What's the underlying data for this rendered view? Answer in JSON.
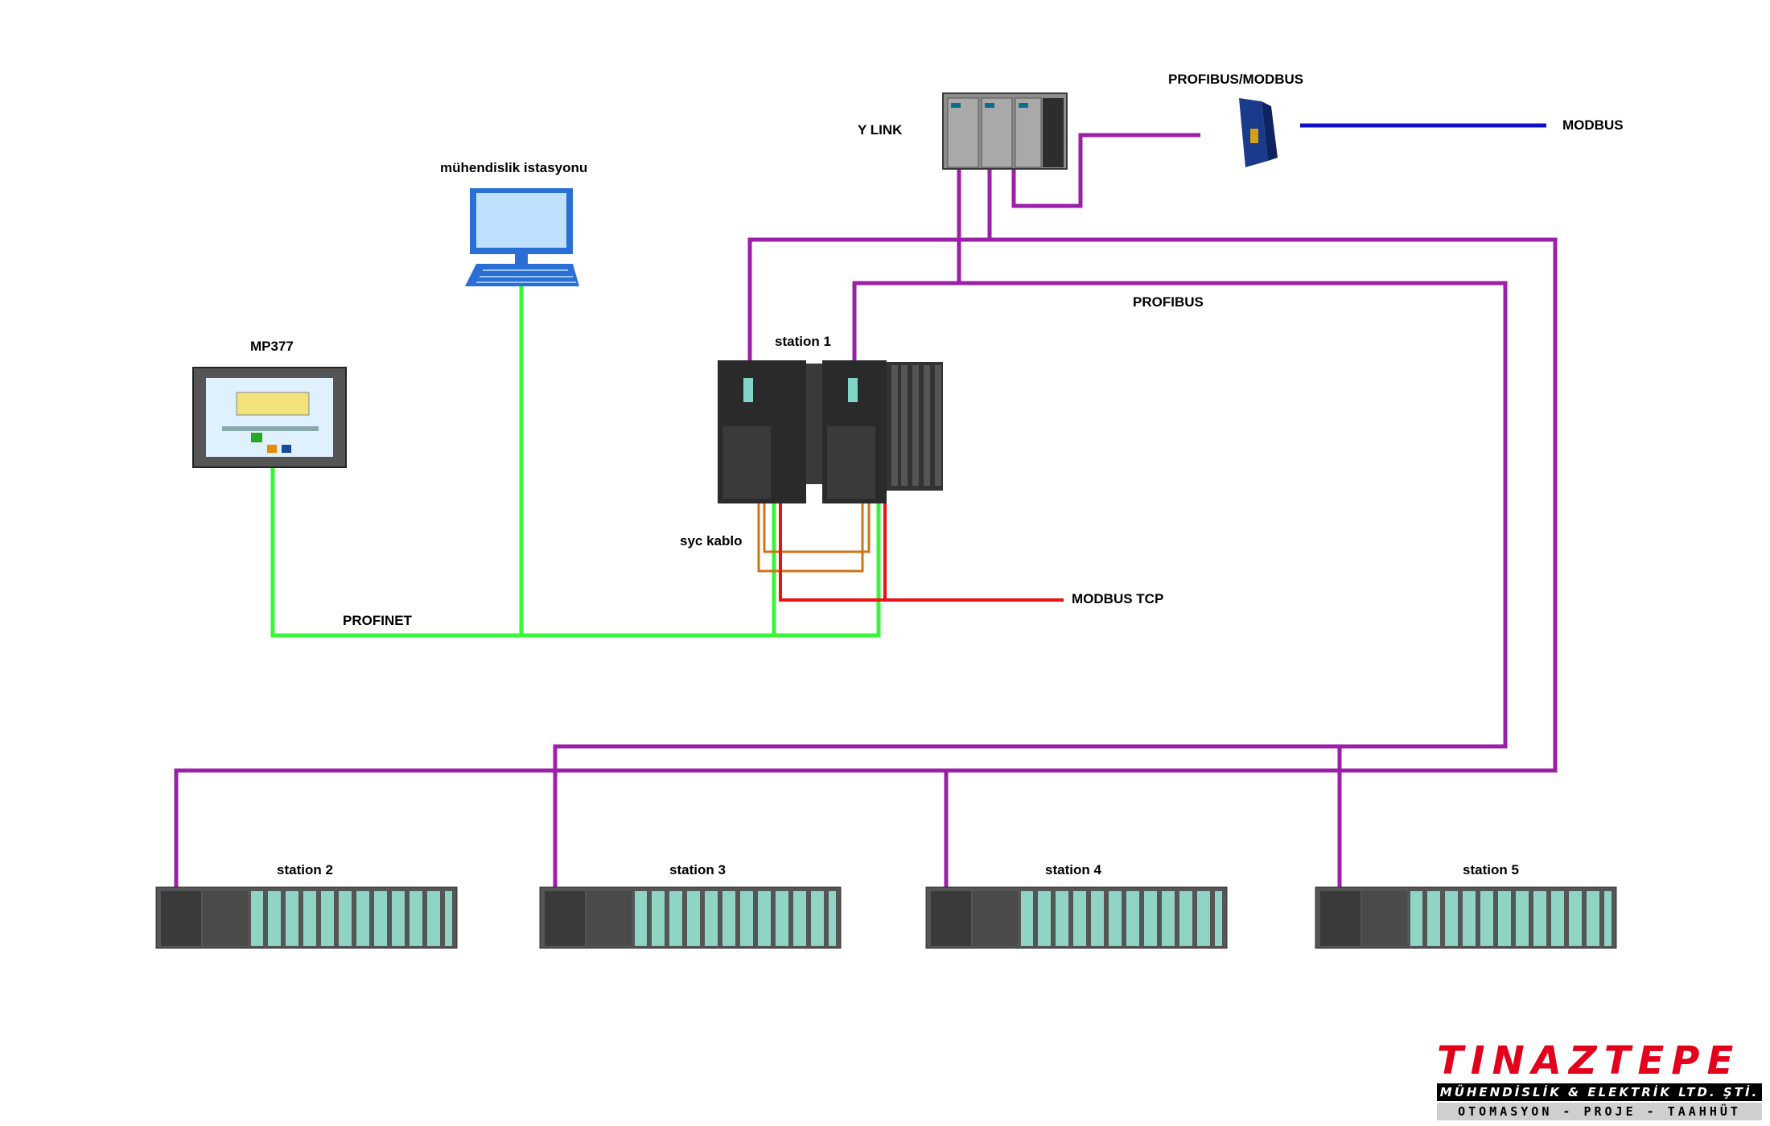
{
  "labels": {
    "engineering_station": "mühendislik istasyonu",
    "hmi": "MP377",
    "y_link": "Y LINK",
    "gateway": "PROFIBUS/MODBUS",
    "modbus": "MODBUS",
    "profibus": "PROFIBUS",
    "station1": "station 1",
    "sync_cable": "syc kablo",
    "modbus_tcp": "MODBUS TCP",
    "profinet": "PROFINET",
    "station2": "station 2",
    "station3": "station 3",
    "station4": "station 4",
    "station5": "station 5"
  },
  "logo": {
    "name": "TINAZTEPE",
    "line1": "MÜHENDİSLİK & ELEKTRİK LTD. ŞTİ.",
    "line2": "OTOMASYON - PROJE - TAAHHÜT"
  },
  "colors": {
    "profibus": "#9b1fa8",
    "profinet": "#3af53a",
    "modbus_tcp": "#f01010",
    "modbus": "#1010c8",
    "sync": "#d07418"
  }
}
